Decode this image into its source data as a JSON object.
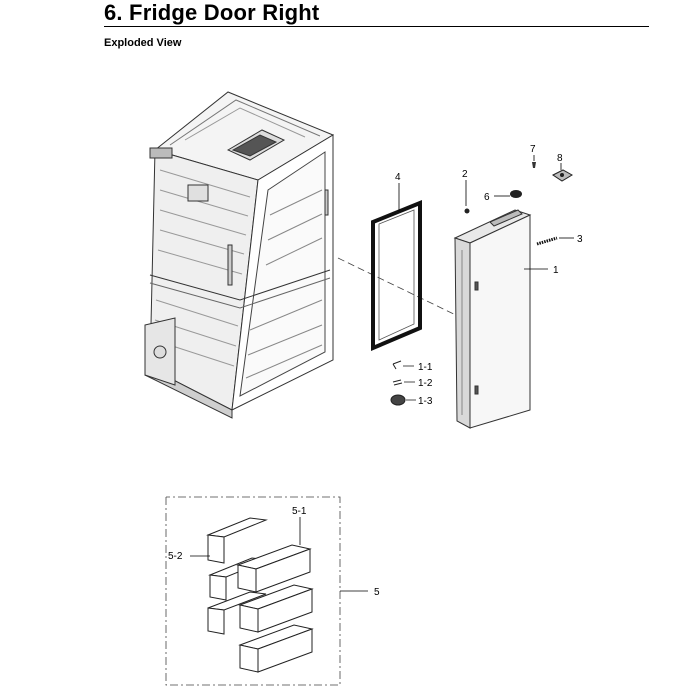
{
  "title": "6.  Fridge Door Right",
  "subtitle": "Exploded View",
  "callouts": {
    "c1": "1",
    "c1_1": "1-1",
    "c1_2": "1-2",
    "c1_3": "1-3",
    "c2": "2",
    "c3": "3",
    "c4": "4",
    "c5": "5",
    "c5_1": "5-1",
    "c5_2": "5-2",
    "c6": "6",
    "c7": "7",
    "c8": "8"
  }
}
